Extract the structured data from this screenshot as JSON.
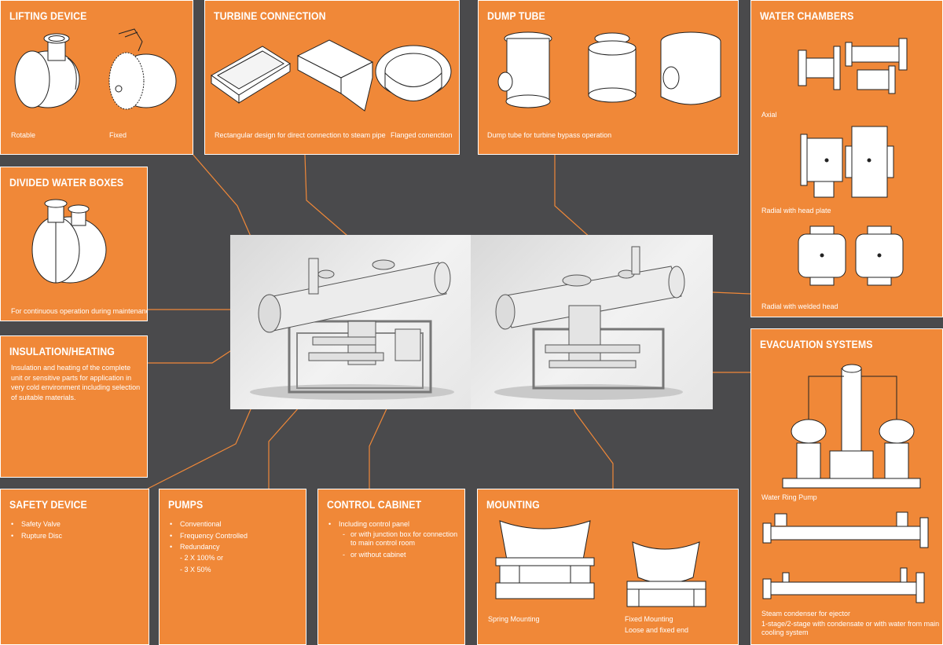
{
  "colors": {
    "accent": "#f08838",
    "background": "#4a4a4c",
    "line": "#f08838",
    "text": "#ffffff"
  },
  "panels": {
    "lifting": {
      "title": "LIFTING DEVICE",
      "captions": [
        "Rotable",
        "Fixed"
      ]
    },
    "turbine": {
      "title": "TURBINE CONNECTION",
      "captions": [
        "Rectangular design for direct connection to steam pipe",
        "Flanged conenction"
      ]
    },
    "dump": {
      "title": "DUMP TUBE",
      "caption": "Dump tube for turbine bypass operation"
    },
    "water_chambers": {
      "title": "WATER CHAMBERS",
      "captions": [
        "Axial",
        "Radial with head plate",
        "Radial with welded head"
      ]
    },
    "divided": {
      "title": "DIVIDED WATER BOXES",
      "caption": "For continuous operation during maintenance"
    },
    "insulation": {
      "title": "INSULATION/HEATING",
      "text": "Insulation and heating of the complete unit or sensitive parts for application in very cold environment including selection of suitable materials."
    },
    "evacuation": {
      "title": "EVACUATION SYSTEMS",
      "captions": [
        "Water Ring Pump",
        "Steam condenser for ejector",
        "1-stage/2-stage with condensate or with water from main cooling system"
      ]
    },
    "safety": {
      "title": "SAFETY DEVICE",
      "items": [
        "Safety Valve",
        "Rupture Disc"
      ]
    },
    "pumps": {
      "title": "PUMPS",
      "items": [
        "Conventional",
        "Frequency Controlled",
        "Redundancy",
        "- 2 X 100% or",
        "- 3 X 50%"
      ]
    },
    "control": {
      "title": "CONTROL CABINET",
      "items": [
        "Including control panel",
        "or with junction box for connection to main control room",
        "or without cabinet"
      ]
    },
    "mounting": {
      "title": "MOUNTING",
      "captions": [
        "Spring Mounting",
        "Fixed Mounting",
        "Loose and fixed end"
      ]
    }
  }
}
